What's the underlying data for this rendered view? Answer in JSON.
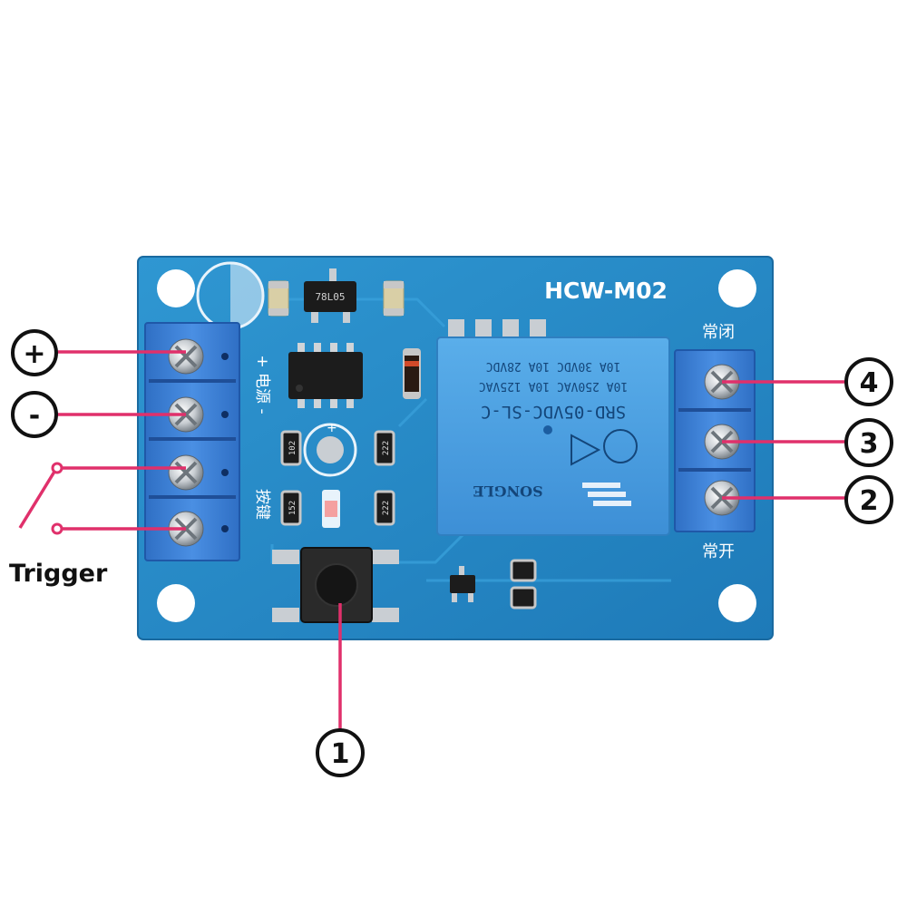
{
  "board": {
    "model": "HCW-M02",
    "relay_lines": [
      "SRD-05VDC-SL-C",
      "10A 250VAC 10A 125VAC",
      "10A 30VDC 10A 28VDC"
    ],
    "relay_brand": "SONGLE",
    "regulator": "78L05",
    "silk_power": "+ 电源 -",
    "silk_button": "按键",
    "silk_nc": "常闭",
    "silk_no": "常开",
    "resistor_codes": [
      "102",
      "222",
      "152",
      "222"
    ]
  },
  "callouts": {
    "plus": "+",
    "minus": "-",
    "trigger": "Trigger",
    "c1": "1",
    "c2": "2",
    "c3": "3",
    "c4": "4"
  },
  "colors": {
    "pcb": "#2b8fc9",
    "pcb_dark": "#1f6fa3",
    "terminal": "#3d7fd1",
    "relay": "#4a9fe0",
    "leader": "#e0306b"
  }
}
